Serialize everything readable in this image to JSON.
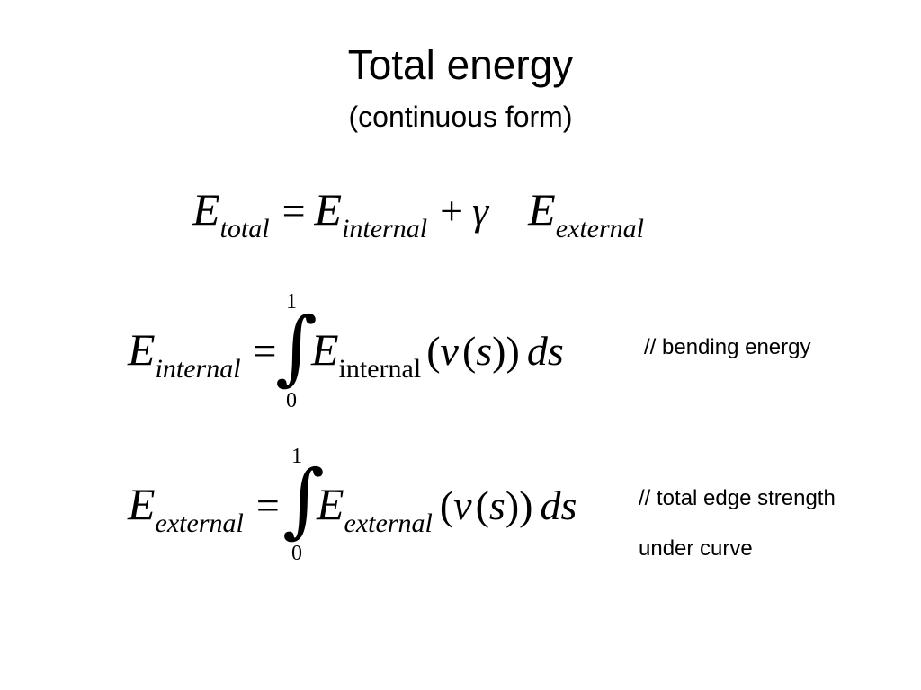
{
  "slide": {
    "title": "Total energy",
    "subtitle": "(continuous form)"
  },
  "eq_total": {
    "lhs_symbol": "E",
    "lhs_sub": "total",
    "equals": "=",
    "term1_symbol": "E",
    "term1_sub": "internal",
    "plus": "+",
    "gamma": "γ",
    "term2_symbol": "E",
    "term2_sub": "external"
  },
  "eq_internal": {
    "lhs_symbol": "E",
    "lhs_sub": "internal",
    "equals": "=",
    "integral": "∫",
    "upper_limit": "1",
    "lower_limit": "0",
    "integrand_symbol": "E",
    "integrand_sub": "internal",
    "open_paren": "(",
    "nu": "ν",
    "inner_open": "(",
    "s": "s",
    "close_parens": "))",
    "ds": "ds",
    "comment": "// bending energy"
  },
  "eq_external": {
    "lhs_symbol": "E",
    "lhs_sub": "external",
    "equals": "=",
    "integral": "∫",
    "upper_limit": "1",
    "lower_limit": "0",
    "integrand_symbol": "E",
    "integrand_sub": "external",
    "open_paren": "(",
    "nu": "ν",
    "inner_open": "(",
    "s": "s",
    "close_parens": "))",
    "ds": "ds",
    "comment_line1": "// total edge strength",
    "comment_line2": "under curve"
  }
}
